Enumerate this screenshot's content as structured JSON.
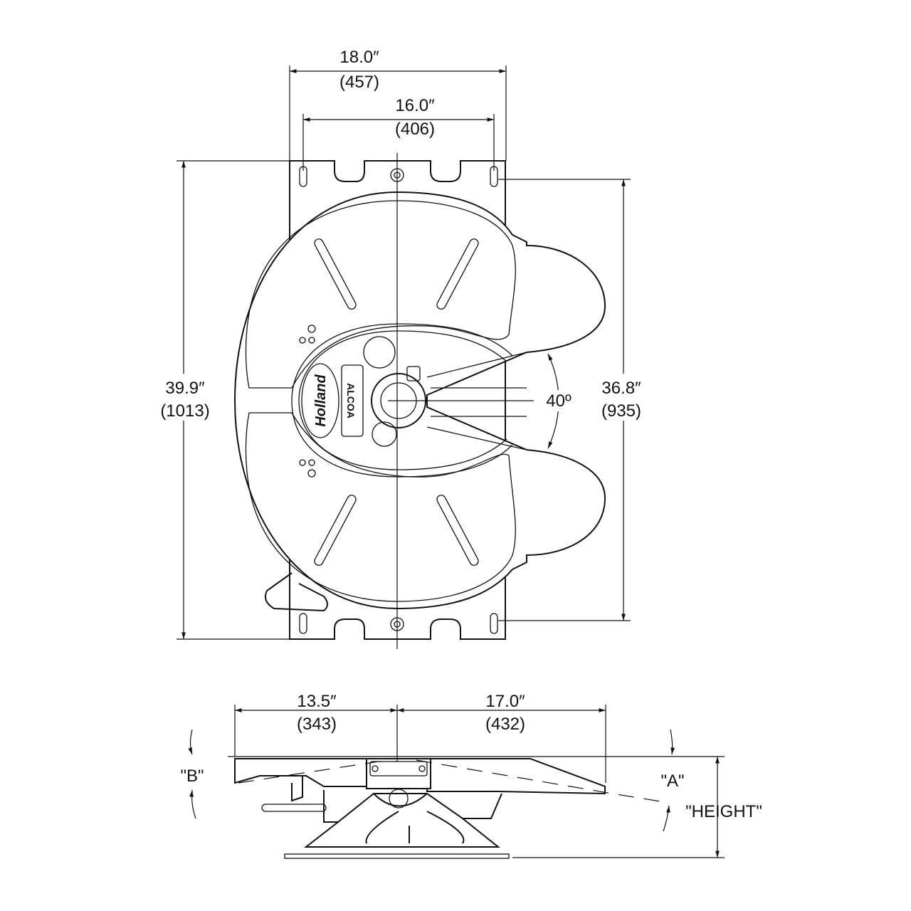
{
  "top_view": {
    "overall_width": {
      "in": "18.0″",
      "mm": "(457)"
    },
    "bolt_width": {
      "in": "16.0″",
      "mm": "(406)"
    },
    "overall_length": {
      "in": "39.9″",
      "mm": "(1013)"
    },
    "bolt_length": {
      "in": "36.8″",
      "mm": "(935)"
    },
    "throat_angle": "40º",
    "logos": [
      "Holland",
      "ALCOA"
    ]
  },
  "side_view": {
    "rear_length": {
      "in": "13.5″",
      "mm": "(343)"
    },
    "front_length": {
      "in": "17.0″",
      "mm": "(432)"
    },
    "label_b": "\"B\"",
    "label_a": "\"A\"",
    "label_height": "\"HEIGHT\""
  }
}
